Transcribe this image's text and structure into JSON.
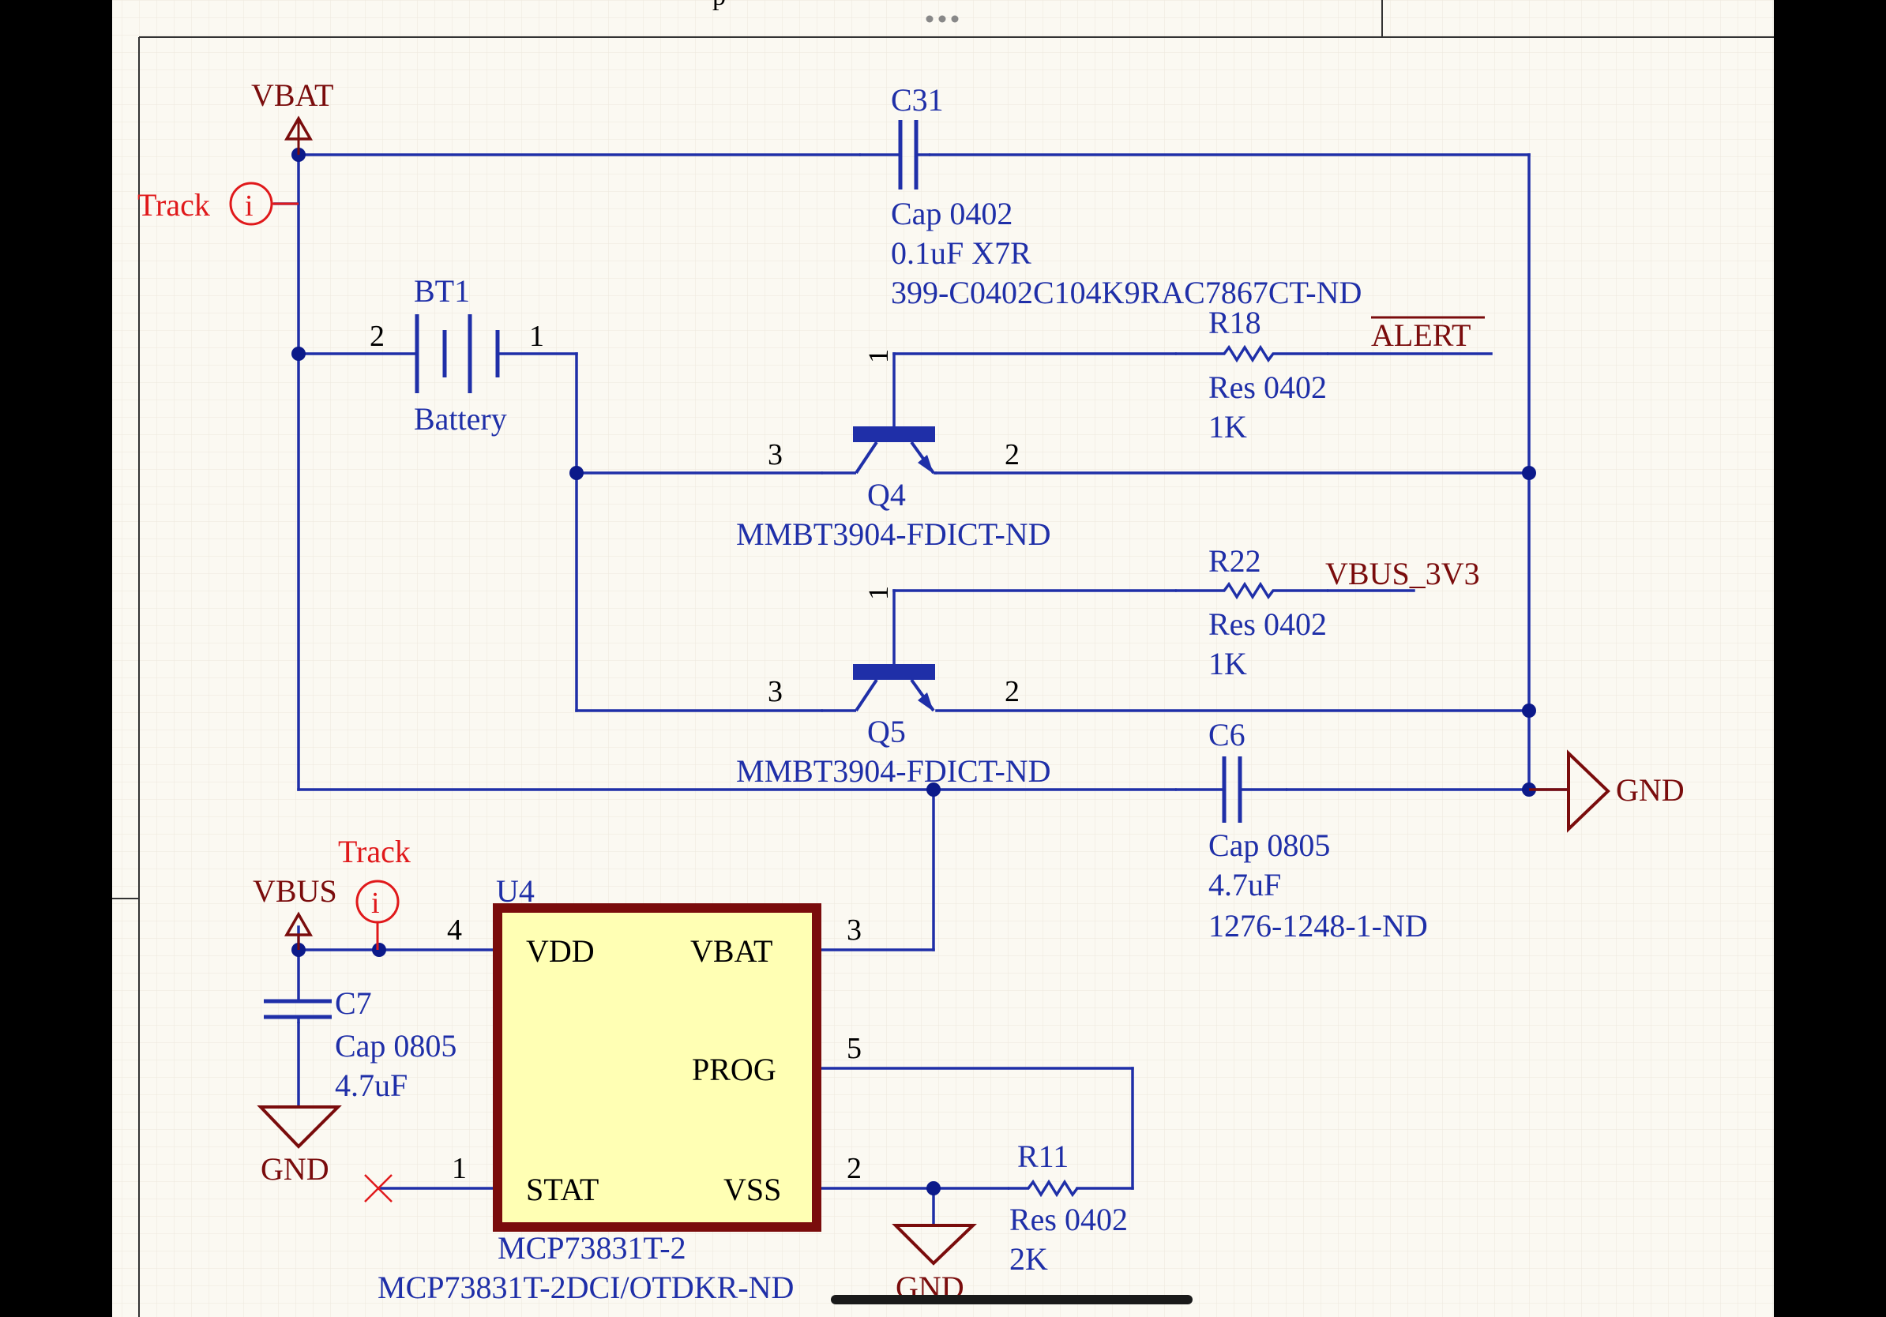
{
  "header": {
    "partial_char": "p",
    "more_icon": "more-horizontal-icon"
  },
  "colors": {
    "wire": "#1f2fa8",
    "component": "#1f2fa8",
    "junction": "#0c1a8a",
    "power": "#7a0c0c",
    "annotation": "#e0191b",
    "body_fill": "#ffffb4",
    "body_border": "#7a0c0c",
    "pin_text": "#000000",
    "component_text": "#1f2fa8",
    "sheet": "#fbf9f2",
    "grid": "#ece8dc",
    "nc": "#e0191b"
  },
  "schematic": {
    "power_ports": {
      "vbat": "VBAT",
      "vbus": "VBUS",
      "gnd_main": "GND",
      "gnd_c7": "GND",
      "gnd_u4": "GND",
      "vbus_3v3": "VBUS_3V3",
      "alert": "ALERT"
    },
    "annotations": {
      "track1": "Track",
      "track2": "Track",
      "info_glyph": "i"
    },
    "c31": {
      "ref": "C31",
      "footprint": "Cap 0402",
      "value": "0.1uF X7R",
      "part": "399-C0402C104K9RAC7867CT-ND"
    },
    "bt1": {
      "ref": "BT1",
      "type": "Battery",
      "pin_left": "2",
      "pin_right": "1"
    },
    "r18": {
      "ref": "R18",
      "footprint": "Res 0402",
      "value": "1K"
    },
    "r22": {
      "ref": "R22",
      "footprint": "Res 0402",
      "value": "1K"
    },
    "q4": {
      "ref": "Q4",
      "part": "MMBT3904-FDICT-ND",
      "pin_base": "1",
      "pin_collector": "3",
      "pin_emitter": "2"
    },
    "q5": {
      "ref": "Q5",
      "part": "MMBT3904-FDICT-ND",
      "pin_base": "1",
      "pin_collector": "3",
      "pin_emitter": "2"
    },
    "c6": {
      "ref": "C6",
      "footprint": "Cap 0805",
      "value": "4.7uF",
      "part": "1276-1248-1-ND"
    },
    "c7": {
      "ref": "C7",
      "footprint": "Cap 0805",
      "value": "4.7uF"
    },
    "r11": {
      "ref": "R11",
      "footprint": "Res 0402",
      "value": "2K"
    },
    "u4": {
      "ref": "U4",
      "part_name": "MCP73831T-2",
      "part_number": "MCP73831T-2DCI/OTDKR-ND",
      "pins": {
        "vdd": {
          "name": "VDD",
          "num": "4"
        },
        "stat": {
          "name": "STAT",
          "num": "1"
        },
        "vbat": {
          "name": "VBAT",
          "num": "3"
        },
        "prog": {
          "name": "PROG",
          "num": "5"
        },
        "vss": {
          "name": "VSS",
          "num": "2"
        }
      }
    }
  }
}
